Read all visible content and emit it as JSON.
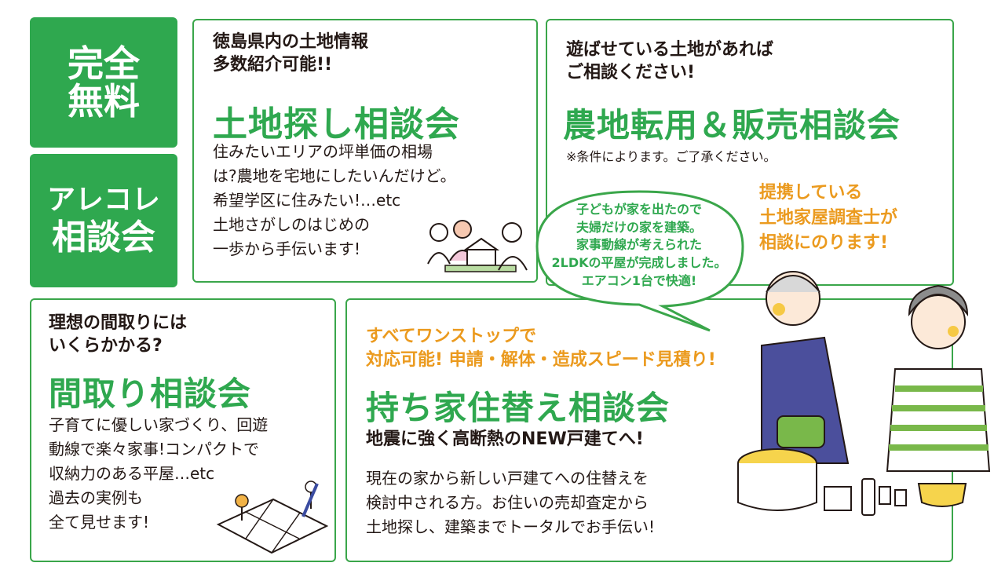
{
  "badge_free": {
    "line1": "完全",
    "line2": "無料"
  },
  "badge_misc": {
    "line1": "アレコレ",
    "line2": "相談会"
  },
  "card_land": {
    "lead": [
      "徳島県内の土地情報",
      "多数紹介可能!!"
    ],
    "title": "土地探し相談会",
    "body": [
      "住みたいエリアの坪単価の相場",
      "は?農地を宅地にしたいんだけど。",
      "希望学区に住みたい!…etc",
      "土地さがしのはじめの",
      "一歩から手伝います!"
    ]
  },
  "card_farm": {
    "lead": [
      "遊ばせている土地があれば",
      "ご相談ください!"
    ],
    "title": "農地転用＆販売相談会",
    "note": "※条件によります。ご了承ください。",
    "highlight": [
      "提携している",
      "土地家屋調査士が",
      "相談にのります!"
    ]
  },
  "speech": {
    "lines": [
      "子どもが家を出たので",
      "夫婦だけの家を建築。",
      "家事動線が考えられた",
      "2LDKの平屋が完成しました。",
      "エアコン1台で快適!"
    ]
  },
  "card_layout": {
    "lead": [
      "理想の間取りには",
      "いくらかかる?"
    ],
    "title": "間取り相談会",
    "body": [
      "子育てに優しい家づくり、回遊",
      "動線で楽々家事!コンパクトで",
      "収納力のある平屋…etc",
      "過去の実例も",
      "全て見せます!"
    ]
  },
  "card_rehouse": {
    "highlight": [
      "すべてワンストップで",
      "対応可能! 申請・解体・造成スピード見積り!"
    ],
    "title": "持ち家住替え相談会",
    "subtitle": "地震に強く高断熱のNEW戸建てへ!",
    "body": [
      "現在の家から新しい戸建てへの住替えを",
      "検討中される方。お住いの売却査定から",
      "土地探し、建築までトータルでお手伝い!"
    ]
  },
  "colors": {
    "green": "#2fa84f",
    "orange": "#eb9a1e",
    "text": "#231815"
  }
}
